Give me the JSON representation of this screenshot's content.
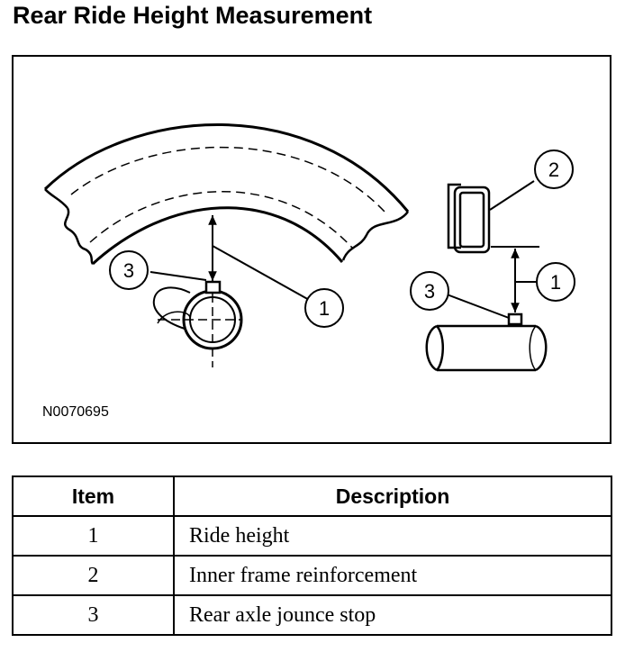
{
  "title": "Rear Ride Height Measurement",
  "figure": {
    "id": "N0070695",
    "callouts": {
      "ride_height": "1",
      "frame_reinforcement": "2",
      "jounce_stop": "3"
    }
  },
  "legend": {
    "headers": {
      "item": "Item",
      "description": "Description"
    },
    "rows": [
      {
        "item": "1",
        "description": "Ride height"
      },
      {
        "item": "2",
        "description": "Inner frame reinforcement"
      },
      {
        "item": "3",
        "description": "Rear axle jounce stop"
      }
    ]
  }
}
